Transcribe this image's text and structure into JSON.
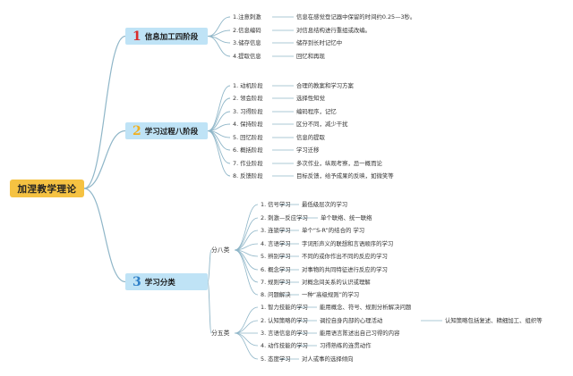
{
  "root": "加涅教学理论",
  "colors": {
    "root_fill": "#f5c242",
    "branch_fill": "#bfe3f6",
    "line": "#8fb6c8",
    "num_red": "#d92b2b",
    "num_yellow": "#f0b020",
    "num_blue": "#2f80c8"
  },
  "branch1": {
    "num": "1",
    "label": "信息加工四阶段",
    "items": [
      {
        "name": "1.注意刺激",
        "desc": "信息在感觉登记器中保留的时间约0.25—3秒。"
      },
      {
        "name": "2.信息编码",
        "desc": "对信息结构进行重组或改编。"
      },
      {
        "name": "3.储存信息",
        "desc": "储存到长时记忆中"
      },
      {
        "name": "4.提取信息",
        "desc": "回忆和再现"
      }
    ]
  },
  "branch2": {
    "num": "2",
    "label": "学习过程八阶段",
    "items": [
      {
        "name": "1. 动机阶段",
        "desc": "合理的教案和学习方案"
      },
      {
        "name": "2. 领会阶段",
        "desc": "选择性知觉"
      },
      {
        "name": "3. 习得阶段",
        "desc": "编码程序，记忆"
      },
      {
        "name": "4. 保持阶段",
        "desc": "区分不同，减少干扰"
      },
      {
        "name": "5. 回忆阶段",
        "desc": "信息的提取"
      },
      {
        "name": "6. 概括阶段",
        "desc": "学习迁移"
      },
      {
        "name": "7. 作业阶段",
        "desc": "多次作业，纵观考察，忌一概而论"
      },
      {
        "name": "8. 反馈阶段",
        "desc": "目标反馈，给予成果的反映，如微笑等"
      }
    ]
  },
  "branch3": {
    "num": "3",
    "label": "学习分类",
    "groupA": {
      "label": "分八类",
      "items": [
        {
          "name": "1. 信号学习",
          "desc": "最低级层次的学习"
        },
        {
          "name": "2. 刺激—反应学习",
          "desc": "单个联络、统一联络"
        },
        {
          "name": "3. 连锁学习",
          "desc": "单个“S-R”的结合的 学习"
        },
        {
          "name": "4. 言语学习",
          "desc": "字词形声义的联想和言语顺序的学习"
        },
        {
          "name": "5. 辨别学习",
          "desc": "不同的或你作出不同的反应的学习"
        },
        {
          "name": "6. 概念学习",
          "desc": "对事物的共同特征进行反应的学习"
        },
        {
          "name": "7. 规则学习",
          "desc": "对概念间关系的认识或理解"
        },
        {
          "name": "8. 问题解决",
          "desc": "一种“高级规则”的学习"
        }
      ]
    },
    "groupB": {
      "label": "分五类",
      "items": [
        {
          "name": "1. 智力技能的学习",
          "desc": "能用概念、符号、规则分析解决问题"
        },
        {
          "name": "2. 认知策略的学习",
          "desc": "调控自身内部的心理活动",
          "extra": "认知策略包括复述、精细加工、组织等"
        },
        {
          "name": "3. 言语信息的学习",
          "desc": "能用语言陈述出自己习得的内容"
        },
        {
          "name": "4. 动作技能的学习",
          "desc": "习得熟练的连贯动作"
        },
        {
          "name": "5. 态度学习",
          "desc": "对人或事的选择倾向"
        }
      ]
    }
  }
}
